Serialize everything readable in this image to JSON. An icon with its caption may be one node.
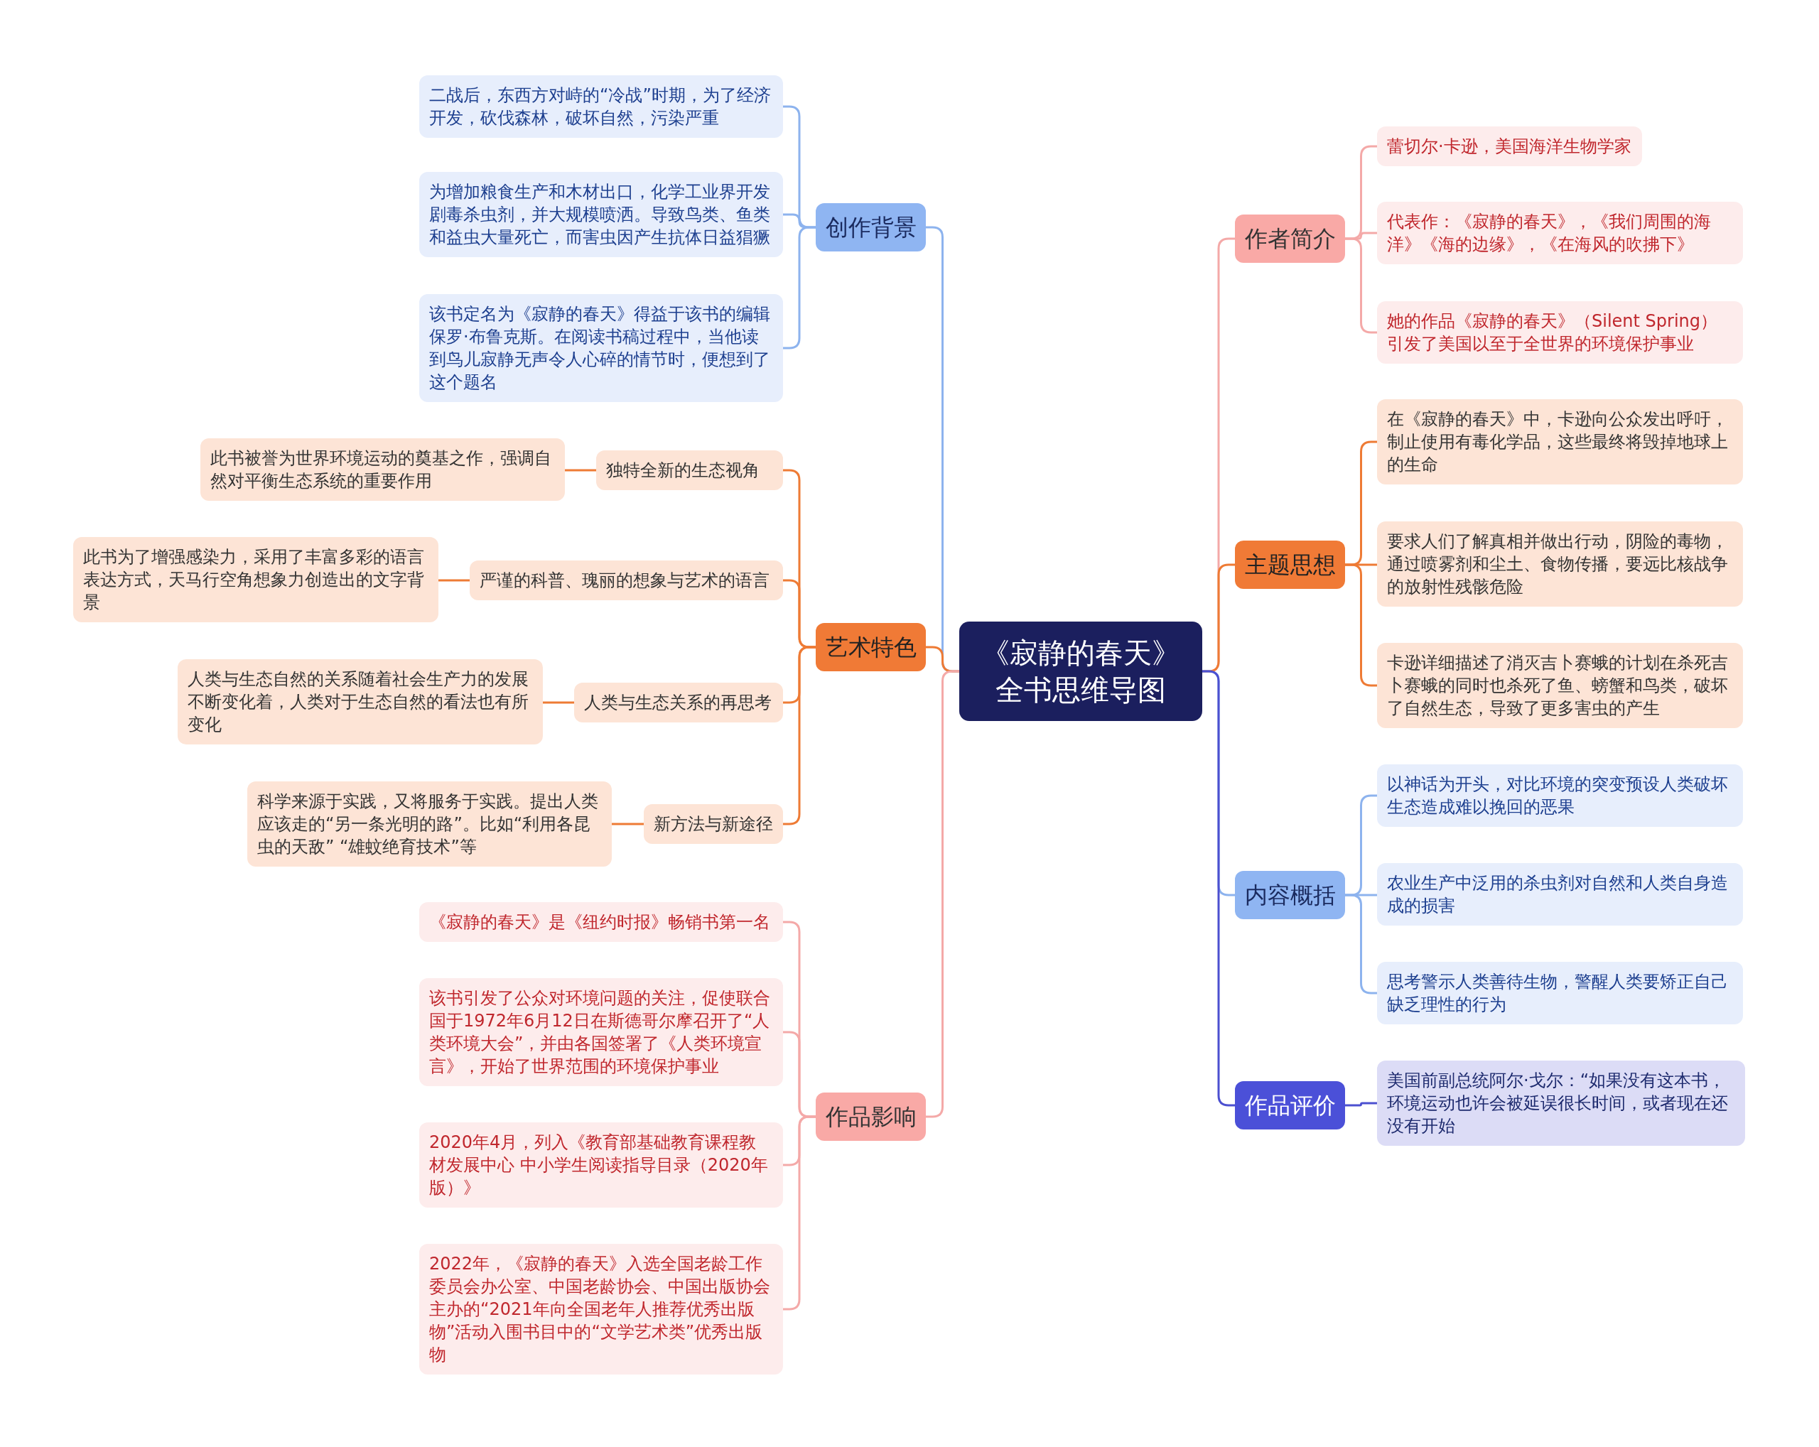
{
  "diagram": {
    "nodes": [
      {
        "text": [
          "《寂静的春天》全书思维导图"
        ]
      },
      {
        "text": [
          "创作背景"
        ]
      },
      {
        "text": [
          "二战后，东西方对峙的“冷战”时期，为了经济开发，砍伐森林，破坏自然，污染严重"
        ]
      },
      {
        "text": [
          "为增加粮食生产和木材出口，化学工业界开发剧毒杀虫剂，并大规模喷洒。导致鸟类、鱼类和益虫大量死亡，而害虫因产生抗体日益猖獗"
        ]
      },
      {
        "text": [
          "该书定名为《寂静的春天》得益于该书的编辑保罗·布鲁克斯。在阅读书稿过程中，当他读到鸟儿寂静无声令人心碎的情节时，便想到了这个题名"
        ]
      },
      {
        "text": [
          "艺术特色"
        ]
      },
      {
        "text": [
          "独特全新的生态视角"
        ]
      },
      {
        "text": [
          "此书被誉为世界环境运动的奠基之作，强调自然对平衡生态系统的重要作用"
        ]
      },
      {
        "text": [
          "严谨的科普、瑰丽的想象与艺术的语言"
        ]
      },
      {
        "text": [
          "此书为了增强感染力，采用了丰富多彩的语言表达方式，天马行空角想象力创造出的文字背景"
        ]
      },
      {
        "text": [
          "人类与生态关系的再思考"
        ]
      },
      {
        "text": [
          "人类与生态自然的关系随着社会生产力的发展不断变化着，人类对于生态自然的看法也有所变化"
        ]
      },
      {
        "text": [
          "新方法与新途径"
        ]
      },
      {
        "text": [
          "科学来源于实践，又将服务于实践。提出人类应该走的“另一条光明的路”。比如“利用各昆虫的天敌” “雄蚊绝育技术”等"
        ]
      },
      {
        "text": [
          "作品影响"
        ]
      },
      {
        "text": [
          "《寂静的春天》是《纽约时报》畅销书第一名"
        ]
      },
      {
        "text": [
          "该书引发了公众对环境问题的关注，促使联合国于1972年6月12日在斯德哥尔摩召开了“人类环境大会”，并由各国签署了《人类环境宣言》，开始了世界范围的环境保护事业"
        ]
      },
      {
        "text": [
          "2020年4月，列入《教育部基础教育课程教材发展中心 中小学生阅读指导目录（2020年版）》"
        ]
      },
      {
        "text": [
          "2022年，《寂静的春天》入选全国老龄工作委员会办公室、中国老龄协会、中国出版协会主办的“2021年向全国老年人推荐优秀出版物”活动入围书目中的“文学艺术类”优秀出版物"
        ]
      },
      {
        "text": [
          "作者简介"
        ]
      },
      {
        "text": [
          "蕾切尔·卡逊，美国海洋生物学家"
        ]
      },
      {
        "text": [
          "代表作：《寂静的春天》，《我们周围的海洋》《海的边缘》，《在海风的吹拂下》"
        ]
      },
      {
        "text": [
          "她的作品《寂静的春天》（Silent Spring）引发了美国以至于全世界的环境保护事业"
        ]
      },
      {
        "text": [
          "主题思想"
        ]
      },
      {
        "text": [
          "在《寂静的春天》中，卡逊向公众发出呼吁，制止使用有毒化学品，这些最终将毁掉地球上的生命"
        ]
      },
      {
        "text": [
          "要求人们了解真相并做出行动，阴险的毒物，通过喷雾剂和尘土、食物传播，要远比核战争的放射性残骸危险"
        ]
      },
      {
        "text": [
          "卡逊详细描述了消灭吉卜赛蛾的计划在杀死吉卜赛蛾的同时也杀死了鱼、螃蟹和鸟类，破坏了自然生态，导致了更多害虫的产生"
        ]
      },
      {
        "text": [
          "内容概括"
        ]
      },
      {
        "text": [
          "以神话为开头，对比环境的突变预设人类破坏生态造成难以挽回的恶果"
        ]
      },
      {
        "text": [
          "农业生产中泛用的杀虫剂对自然和人类自身造成的损害"
        ]
      },
      {
        "text": [
          "思考警示人类善待生物，警醒人类要矫正自己缺乏理性的行为"
        ]
      },
      {
        "text": [
          "作品评价"
        ]
      },
      {
        "text": [
          "美国前副总统阿尔·戈尔：“如果没有这本书，环境运动也许会被延误很长时间，或者现在还没有开始"
        ]
      }
    ],
    "edges": [
      {
        "from": 0,
        "to": 1,
        "arrow": "none",
        "color": "#8db3ee"
      },
      {
        "from": 1,
        "to": 2,
        "arrow": "none",
        "color": "#8db3ee"
      },
      {
        "from": 1,
        "to": 3,
        "arrow": "none",
        "color": "#8db3ee"
      },
      {
        "from": 1,
        "to": 4,
        "arrow": "none",
        "color": "#8db3ee"
      },
      {
        "from": 0,
        "to": 5,
        "arrow": "none",
        "color": "#ee7b35"
      },
      {
        "from": 5,
        "to": 6,
        "arrow": "none",
        "color": "#ee7b35"
      },
      {
        "from": 6,
        "to": 7,
        "arrow": "none",
        "color": "#ee7b35"
      },
      {
        "from": 5,
        "to": 8,
        "arrow": "none",
        "color": "#ee7b35"
      },
      {
        "from": 8,
        "to": 9,
        "arrow": "none",
        "color": "#ee7b35"
      },
      {
        "from": 5,
        "to": 10,
        "arrow": "none",
        "color": "#ee7b35"
      },
      {
        "from": 10,
        "to": 11,
        "arrow": "none",
        "color": "#ee7b35"
      },
      {
        "from": 5,
        "to": 12,
        "arrow": "none",
        "color": "#ee7b35"
      },
      {
        "from": 12,
        "to": 13,
        "arrow": "none",
        "color": "#ee7b35"
      },
      {
        "from": 0,
        "to": 14,
        "arrow": "none",
        "color": "#f4a9a8"
      },
      {
        "from": 14,
        "to": 15,
        "arrow": "none",
        "color": "#f4a9a8"
      },
      {
        "from": 14,
        "to": 16,
        "arrow": "none",
        "color": "#f4a9a8"
      },
      {
        "from": 14,
        "to": 17,
        "arrow": "none",
        "color": "#f4a9a8"
      },
      {
        "from": 14,
        "to": 18,
        "arrow": "none",
        "color": "#f4a9a8"
      },
      {
        "from": 0,
        "to": 19,
        "arrow": "none",
        "color": "#f4a9a8"
      },
      {
        "from": 19,
        "to": 20,
        "arrow": "none",
        "color": "#f4a9a8"
      },
      {
        "from": 19,
        "to": 21,
        "arrow": "none",
        "color": "#f4a9a8"
      },
      {
        "from": 19,
        "to": 22,
        "arrow": "none",
        "color": "#f4a9a8"
      },
      {
        "from": 0,
        "to": 23,
        "arrow": "none",
        "color": "#ee7b35"
      },
      {
        "from": 23,
        "to": 24,
        "arrow": "none",
        "color": "#ee7b35"
      },
      {
        "from": 23,
        "to": 25,
        "arrow": "none",
        "color": "#ee7b35"
      },
      {
        "from": 23,
        "to": 26,
        "arrow": "none",
        "color": "#ee7b35"
      },
      {
        "from": 0,
        "to": 27,
        "arrow": "none",
        "color": "#8db3ee"
      },
      {
        "from": 27,
        "to": 28,
        "arrow": "none",
        "color": "#8db3ee"
      },
      {
        "from": 27,
        "to": 29,
        "arrow": "none",
        "color": "#8db3ee"
      },
      {
        "from": 27,
        "to": 30,
        "arrow": "none",
        "color": "#8db3ee"
      },
      {
        "from": 0,
        "to": 31,
        "arrow": "none",
        "color": "#4c50d0"
      },
      {
        "from": 31,
        "to": 32,
        "arrow": "none",
        "color": "#4c50d0"
      }
    ]
  }
}
